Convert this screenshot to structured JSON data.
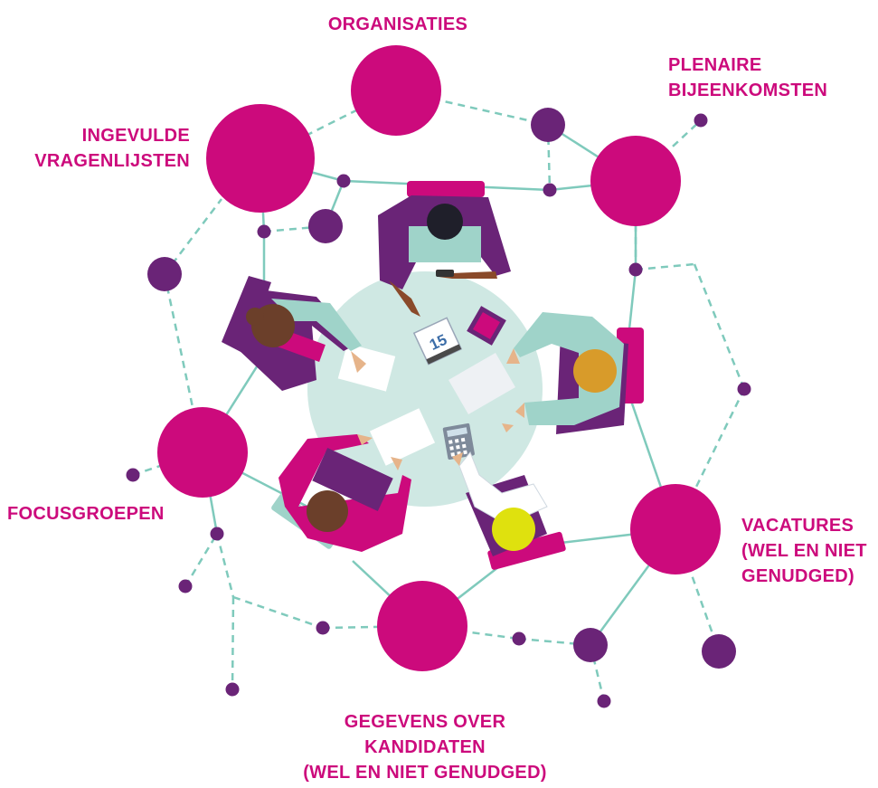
{
  "colors": {
    "magenta": "#cc0a7c",
    "purple": "#6a2477",
    "teal_line": "#7fcabc",
    "table": "#cfe8e3"
  },
  "labels": {
    "organisaties": [
      "ORGANISATIES"
    ],
    "plenaire": [
      "PLENAIRE",
      "BIJEENKOMSTEN"
    ],
    "ingevulde": [
      "INGEVULDE",
      "VRAGENLIJSTEN"
    ],
    "focusgroepen": [
      "FOCUSGROEPEN"
    ],
    "vacatures": [
      "VACATURES",
      "(WEL EN NIET",
      "GENUDGED)"
    ],
    "gegevens": [
      "GEGEVENS OVER",
      "KANDIDATEN",
      "(WEL EN NIET GENUDGED)"
    ]
  },
  "illustration": {
    "calendar_day": "15"
  }
}
